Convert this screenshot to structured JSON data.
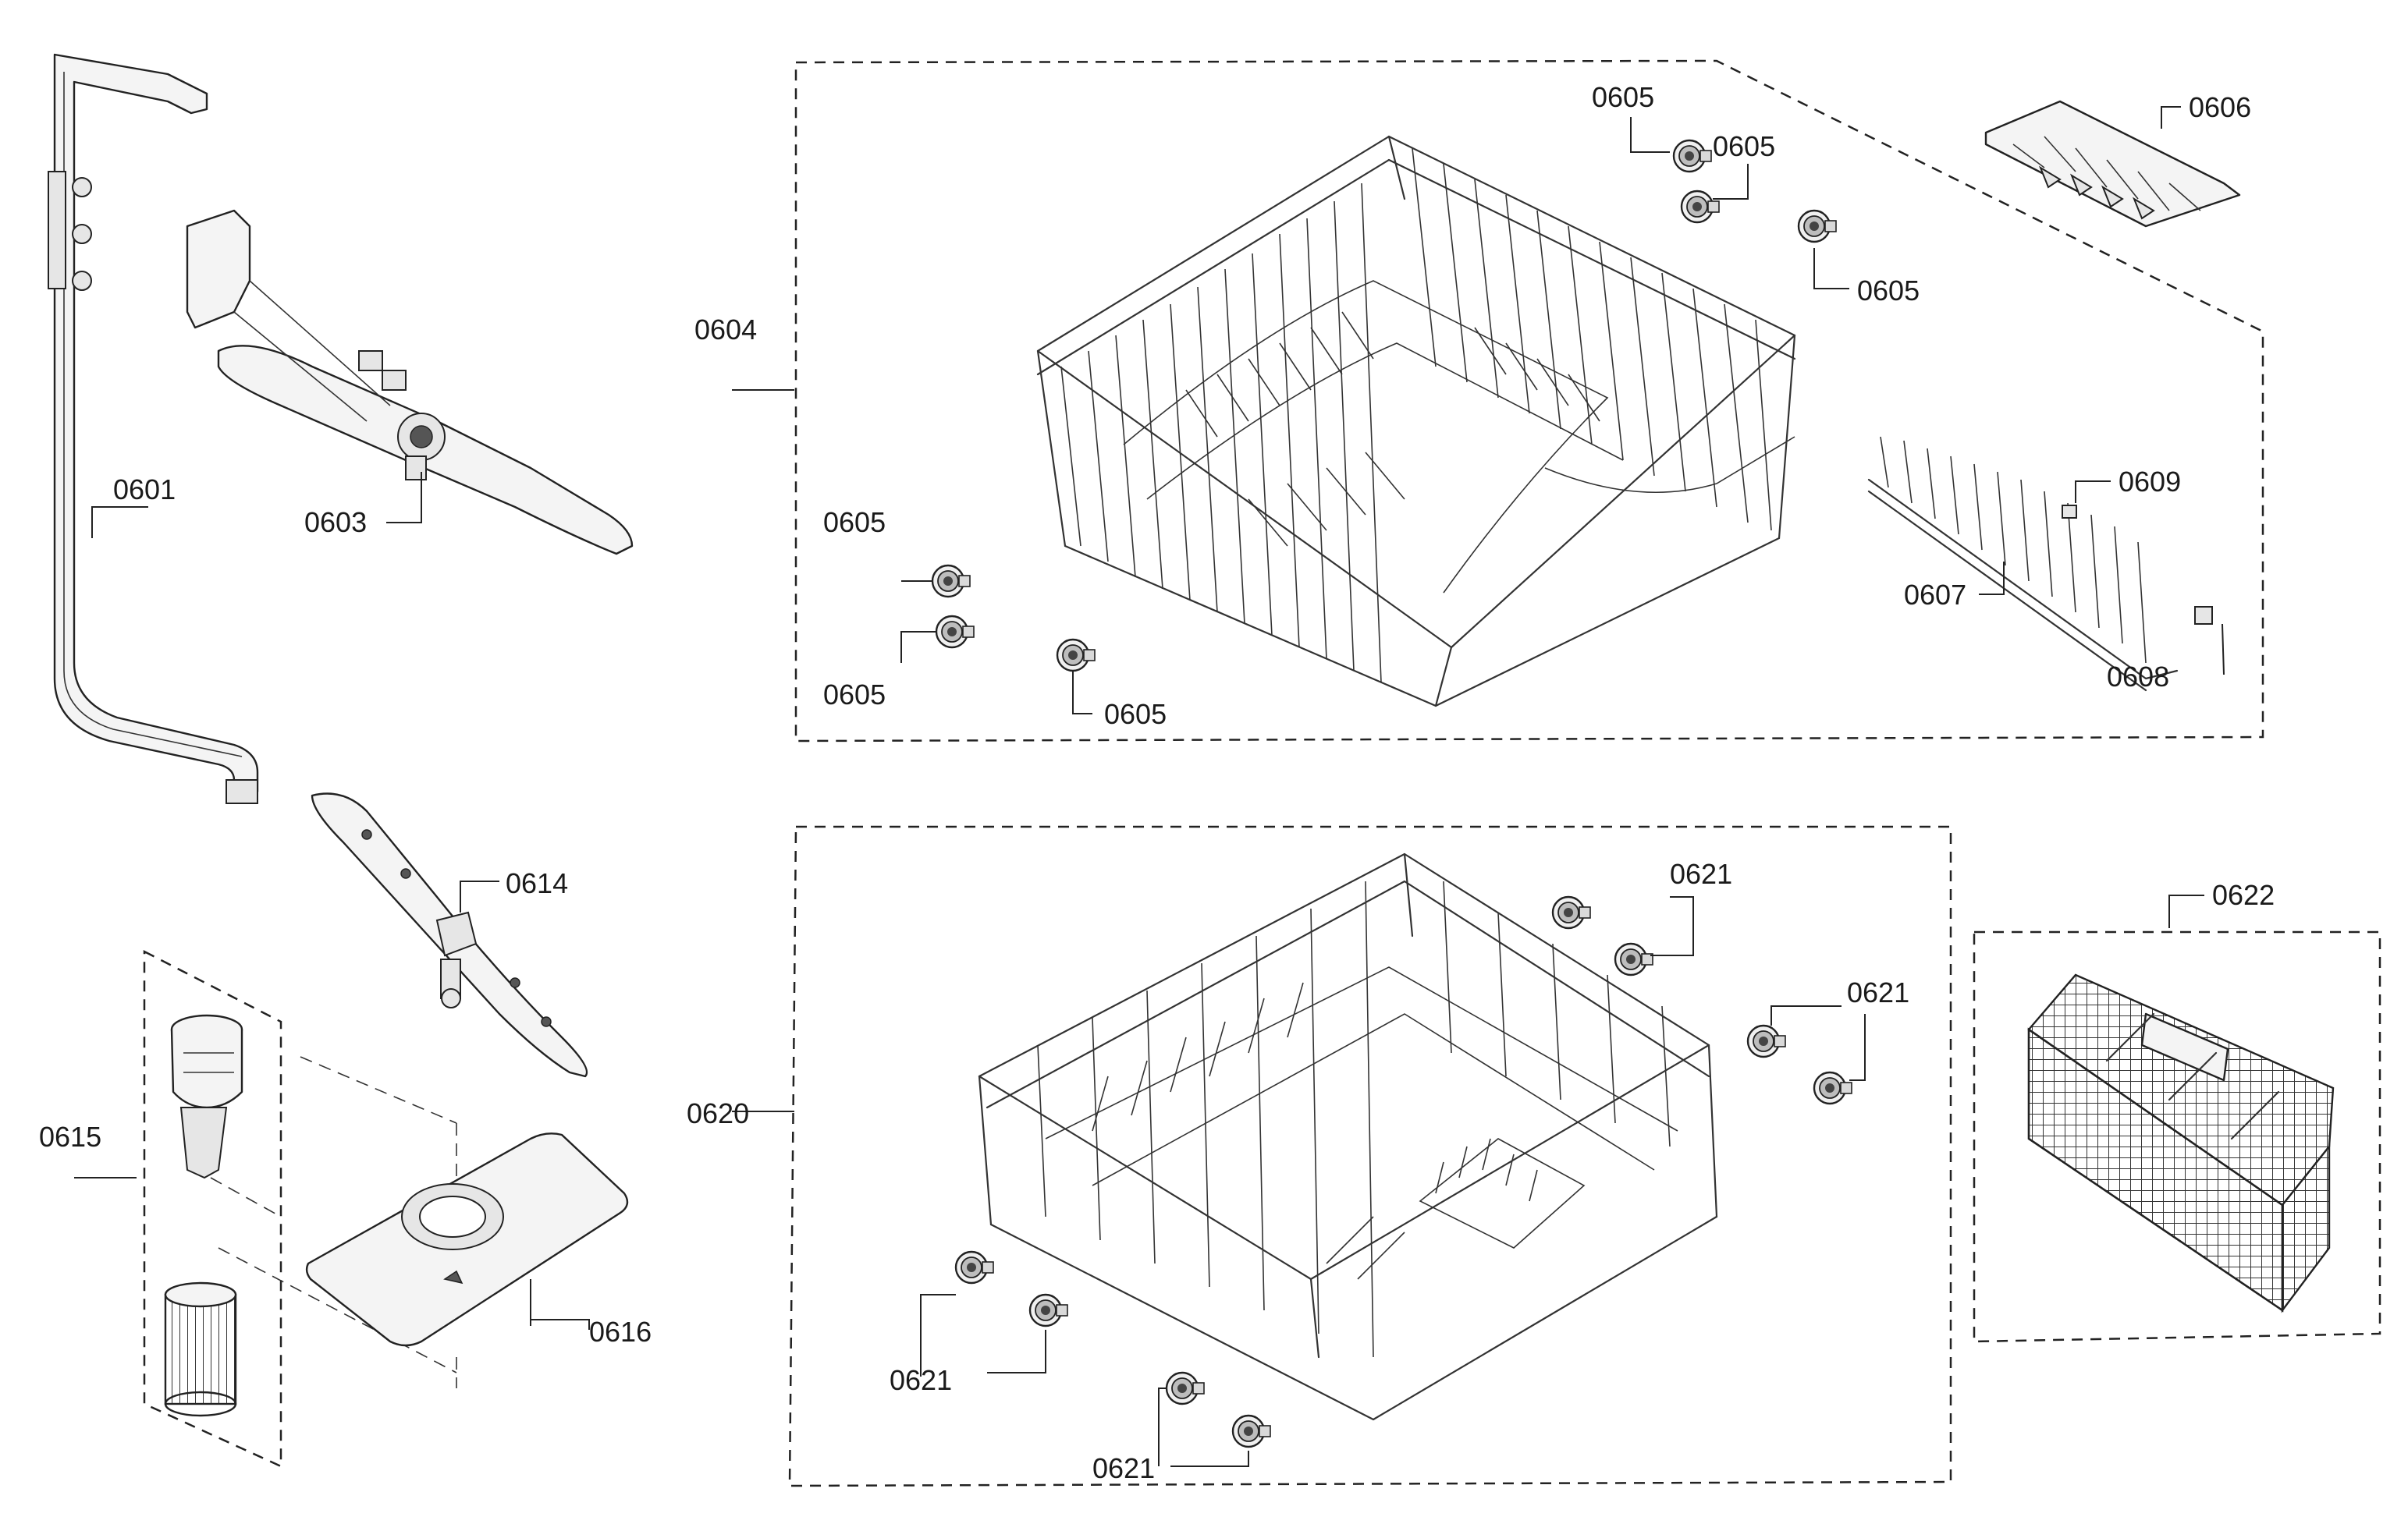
{
  "labels": {
    "l0601": "0601",
    "l0603": "0603",
    "l0604": "0604",
    "l0605a": "0605",
    "l0605b": "0605",
    "l0605c": "0605",
    "l0605d": "0605",
    "l0605e": "0605",
    "l0605f": "0605",
    "l0606": "0606",
    "l0607": "0607",
    "l0608": "0608",
    "l0609": "0609",
    "l0614": "0614",
    "l0615": "0615",
    "l0616": "0616",
    "l0620": "0620",
    "l0621a": "0621",
    "l0621b": "0621",
    "l0621c": "0621",
    "l0621d": "0621",
    "l0622": "0622"
  }
}
